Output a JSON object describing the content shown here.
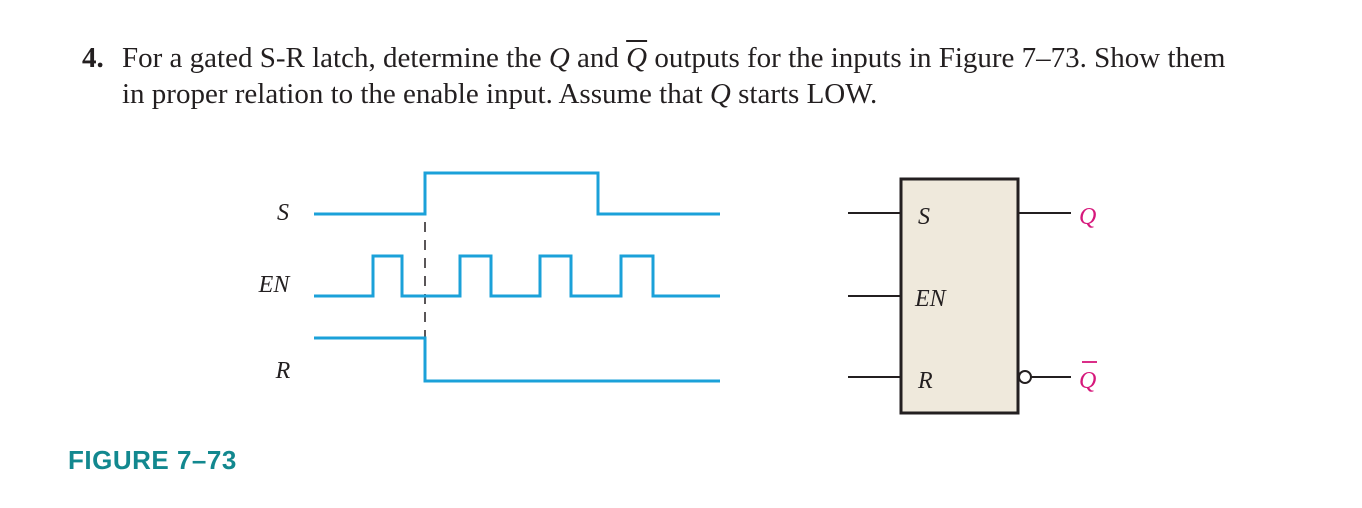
{
  "problem": {
    "number": "4.",
    "line1_a": "For a gated S-R latch, determine the",
    "q": "Q",
    "line1_b": "and",
    "qbar": "Q",
    "line1_c": "outputs for the inputs in Figure 7–73. Show them",
    "line2_a": "in proper relation to the enable input. Assume that",
    "line2_q": "Q",
    "line2_b": "starts LOW."
  },
  "waveforms": {
    "labels": {
      "s": "S",
      "en": "EN",
      "r": "R"
    },
    "color": "#1ba1d9",
    "s_level": [
      0,
      1,
      1,
      0
    ],
    "en_pulses": 4,
    "r_level": [
      1,
      0,
      0,
      0
    ]
  },
  "latch": {
    "fill": "#efe9dc",
    "pins": {
      "s": "S",
      "en": "EN",
      "r": "R"
    },
    "outputs": {
      "q": "Q",
      "qbar": "Q"
    }
  },
  "caption": "FIGURE 7–73"
}
